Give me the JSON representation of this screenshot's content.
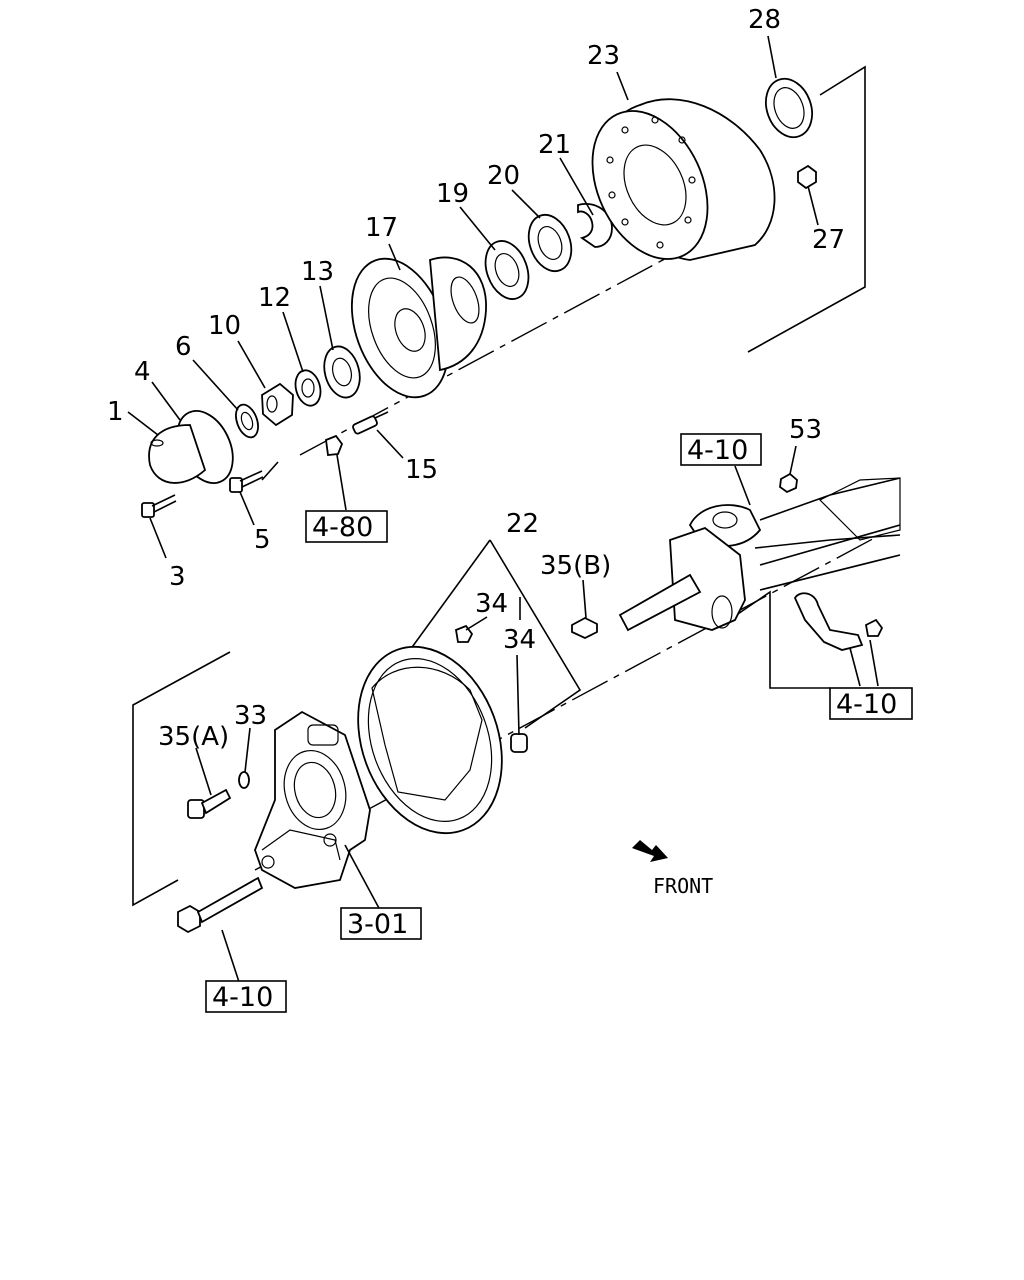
{
  "diagram": {
    "callouts": [
      "1",
      "3",
      "4",
      "5",
      "6",
      "10",
      "12",
      "13",
      "15",
      "17",
      "19",
      "20",
      "21",
      "22",
      "23",
      "27",
      "28",
      "33",
      "34",
      "34",
      "35(A)",
      "35(B)",
      "53"
    ],
    "references": [
      "4-80",
      "4-10",
      "4-10",
      "4-10",
      "3-01"
    ],
    "direction_label": "FRONT"
  }
}
